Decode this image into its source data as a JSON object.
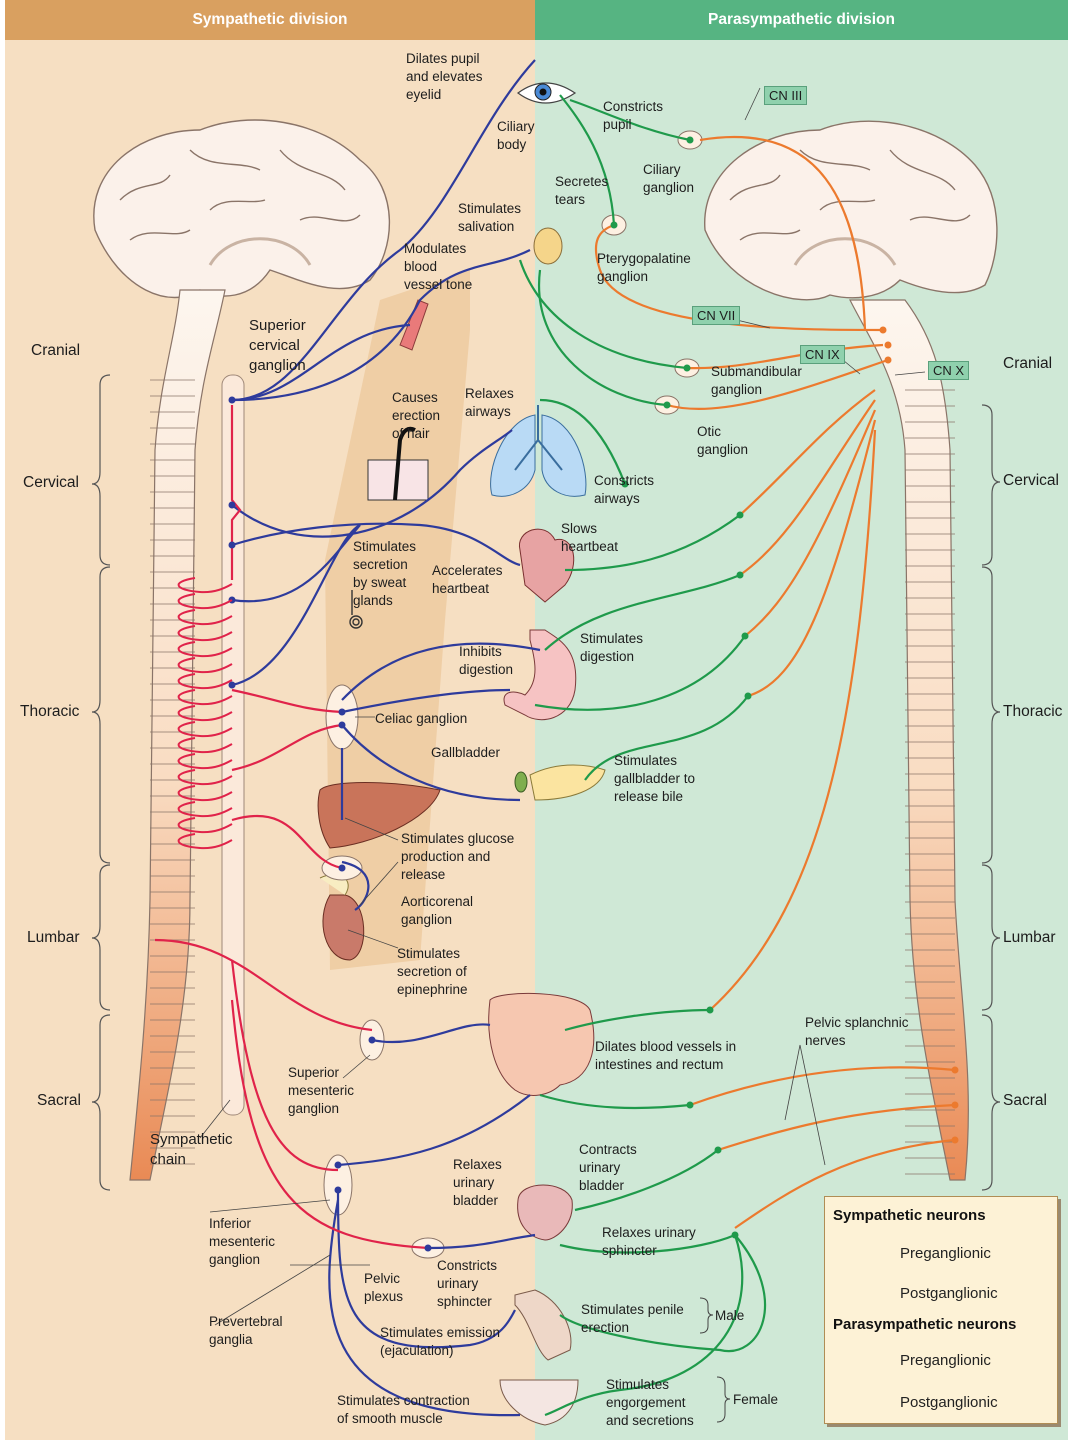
{
  "headers": {
    "sympathetic": "Sympathetic division",
    "parasympathetic": "Parasympathetic division"
  },
  "regions_left": {
    "cranial": "Cranial",
    "cervical": "Cervical",
    "thoracic": "Thoracic",
    "lumbar": "Lumbar",
    "sacral": "Sacral"
  },
  "regions_right": {
    "cranial": "Cranial",
    "cervical": "Cervical",
    "thoracic": "Thoracic",
    "lumbar": "Lumbar",
    "sacral": "Sacral"
  },
  "cranial_nerves": {
    "cn3": "CN III",
    "cn7": "CN VII",
    "cn9": "CN IX",
    "cn10": "CN X"
  },
  "labels": {
    "dilates_pupil": "Dilates pupil\nand elevates\neyelid",
    "ciliary_body": "Ciliary\nbody",
    "constricts_pupil": "Constricts\npupil",
    "ciliary_ganglion": "Ciliary\nganglion",
    "secretes_tears": "Secretes\ntears",
    "stimulates_salivation": "Stimulates\nsalivation",
    "pterygopalatine": "Pterygopalatine\nganglion",
    "modulates_vessel": "Modulates\nblood\nvessel tone",
    "superior_cervical": "Superior\ncervical\nganglion",
    "submandibular": "Submandibular\nganglion",
    "otic": "Otic\nganglion",
    "causes_erection_hair": "Causes\nerection\nof hair",
    "relaxes_airways": "Relaxes\nairways",
    "constricts_airways": "Constricts\nairways",
    "slows_heartbeat": "Slows\nheartbeat",
    "sweat": "Stimulates\nsecretion\nby sweat\nglands",
    "accelerates_heartbeat": "Accelerates\nheartbeat",
    "inhibits_digestion": "Inhibits\ndigestion",
    "stimulates_digestion": "Stimulates\ndigestion",
    "celiac": "Celiac ganglion",
    "gallbladder": "Gallbladder",
    "stimulates_gallbladder": "Stimulates\ngallbladder to\nrelease bile",
    "glucose": "Stimulates glucose\nproduction and\nrelease",
    "aorticorenal": "Aorticorenal\nganglion",
    "epinephrine": "Stimulates\nsecretion of\nepinephrine",
    "pelvic_splanchnic": "Pelvic splanchnic\nnerves",
    "dilates_vessels": "Dilates blood vessels in\nintestines and rectum",
    "superior_mesenteric": "Superior\nmesenteric\nganglion",
    "sympathetic_chain": "Sympathetic\nchain",
    "relaxes_bladder": "Relaxes\nurinary\nbladder",
    "contracts_bladder": "Contracts\nurinary\nbladder",
    "relaxes_sphincter": "Relaxes urinary\nsphincter",
    "inferior_mesenteric": "Inferior\nmesenteric\nganglion",
    "pelvic_plexus": "Pelvic\nplexus",
    "constricts_sphincter": "Constricts\nurinary\nsphincter",
    "penile": "Stimulates penile\nerection",
    "male": "Male",
    "prevertebral": "Prevertebral\nganglia",
    "emission": "Stimulates emission\n(ejaculation)",
    "smooth_muscle": "Stimulates contraction\nof smooth muscle",
    "engorgement": "Stimulates\nengorgement\nand secretions",
    "female": "Female"
  },
  "legend": {
    "sympathetic_title": "Sympathetic neurons",
    "symp_pre": "Preganglionic",
    "symp_post": "Postganglionic",
    "parasympathetic_title": "Parasympathetic neurons",
    "para_pre": "Preganglionic",
    "para_post": "Postganglionic"
  },
  "colors": {
    "symp_bg": "#f6dfc2",
    "para_bg": "#cfe8d6",
    "symp_header": "#d9a060",
    "para_header": "#56b482",
    "symp_pre": "#e0234a",
    "symp_post": "#2e3b9c",
    "para_pre": "#ec7a2e",
    "para_post": "#1f9a4b"
  }
}
